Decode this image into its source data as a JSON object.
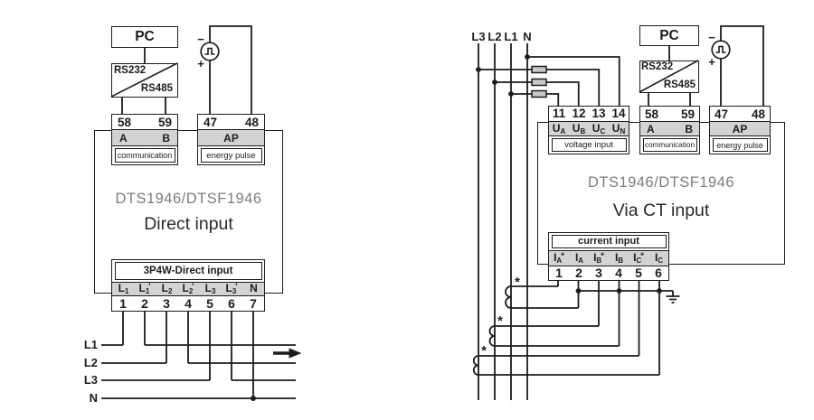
{
  "colors": {
    "line": "#1c1c1c",
    "gray_fill": "#d3d3d3",
    "model_text": "#7d7d7d",
    "fuse_fill": "#c9c9c9"
  },
  "left": {
    "pc": "PC",
    "converter": {
      "top": "RS232",
      "bottom": "RS485"
    },
    "comm": {
      "n1": "58",
      "n2": "59",
      "t1": "A",
      "t2": "B",
      "caption": "communication"
    },
    "pulse": {
      "n1": "47",
      "n2": "48",
      "label": "AP",
      "caption": "energy pulse",
      "minus": "−",
      "plus": "+"
    },
    "model": "DTS1946/DTSF1946",
    "mode": "Direct input",
    "strip": {
      "header": "3P4W-Direct input",
      "cells": [
        {
          "b": "L",
          "s": "1",
          "p": ""
        },
        {
          "b": "L",
          "s": "1",
          "p": "'"
        },
        {
          "b": "L",
          "s": "2",
          "p": ""
        },
        {
          "b": "L",
          "s": "2",
          "p": "'"
        },
        {
          "b": "L",
          "s": "3",
          "p": ""
        },
        {
          "b": "L",
          "s": "3",
          "p": "'"
        },
        {
          "b": "N",
          "s": "",
          "p": ""
        }
      ],
      "numbers": [
        "1",
        "2",
        "3",
        "4",
        "5",
        "6",
        "7"
      ]
    },
    "feeders": [
      "L1",
      "L2",
      "L3",
      "N"
    ]
  },
  "right": {
    "top_labels": [
      "L3",
      "L2",
      "L1",
      "N"
    ],
    "voltage": {
      "numbers": [
        "11",
        "12",
        "13",
        "14"
      ],
      "cells": [
        {
          "b": "U",
          "s": "A"
        },
        {
          "b": "U",
          "s": "B"
        },
        {
          "b": "U",
          "s": "C"
        },
        {
          "b": "U",
          "s": "N"
        }
      ],
      "caption": "voltage input"
    },
    "pc": "PC",
    "converter": {
      "top": "RS232",
      "bottom": "RS485"
    },
    "comm": {
      "n1": "58",
      "n2": "59",
      "t1": "A",
      "t2": "B",
      "caption": "communication"
    },
    "pulse": {
      "n1": "47",
      "n2": "48",
      "label": "AP",
      "caption": "energy pulse",
      "minus": "−",
      "plus": "+"
    },
    "model": "DTS1946/DTSF1946",
    "mode": "Via CT input",
    "current": {
      "header": "current input",
      "cells": [
        {
          "b": "I",
          "s": "A",
          "p": "*"
        },
        {
          "b": "I",
          "s": "A",
          "p": ""
        },
        {
          "b": "I",
          "s": "B",
          "p": "*"
        },
        {
          "b": "I",
          "s": "B",
          "p": ""
        },
        {
          "b": "I",
          "s": "C",
          "p": "*"
        },
        {
          "b": "I",
          "s": "C",
          "p": ""
        }
      ],
      "numbers": [
        "1",
        "2",
        "3",
        "4",
        "5",
        "6"
      ]
    },
    "ct_star": "*"
  }
}
